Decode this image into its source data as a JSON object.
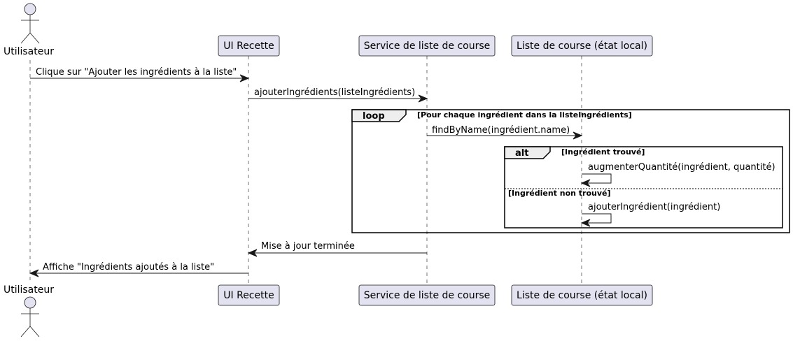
{
  "participants": [
    {
      "id": "user",
      "label": "Utilisateur",
      "kind": "actor"
    },
    {
      "id": "ui",
      "label": "UI Recette",
      "kind": "participant"
    },
    {
      "id": "service",
      "label": "Service de liste de course",
      "kind": "participant"
    },
    {
      "id": "list",
      "label": "Liste de course (état local)",
      "kind": "participant"
    }
  ],
  "messages": {
    "click": "Clique sur \"Ajouter les ingrédients à la liste\"",
    "add_ingredients": "ajouterIngrédients(listeIngrédients)",
    "find": "findByName(ingrédient.name)",
    "increase": "augmenterQuantité(ingrédient, quantité)",
    "add_one": "ajouterIngrédient(ingrédient)",
    "done": "Mise à jour terminée",
    "show": "Affiche \"Ingrédients ajoutés à la liste\""
  },
  "frames": {
    "loop": {
      "keyword": "loop",
      "guard": "[Pour chaque ingrédient dans la listeIngrédients]"
    },
    "alt": {
      "keyword": "alt",
      "guard": "[Ingrédient trouvé]",
      "else_guard": "[Ingrédient non trouvé]"
    }
  },
  "colors": {
    "participant_fill": "#E2E2F0",
    "line": "#181818",
    "tab_fill": "#EEEEEE"
  }
}
